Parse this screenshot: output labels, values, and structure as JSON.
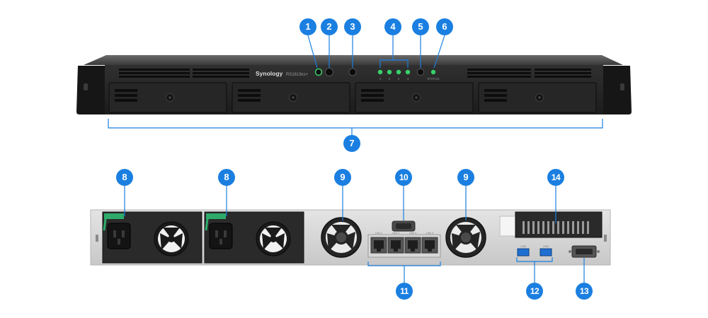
{
  "device": {
    "brand_logo": "Synology",
    "model": "RS1619xs+",
    "front_labels": {
      "status": "STATUS",
      "drive_numbers": [
        "1",
        "2",
        "3",
        "4"
      ]
    },
    "rear_labels": {
      "lan_ports": [
        "LAN 1",
        "LAN 2",
        "LAN 3",
        "LAN 4"
      ],
      "usb": [
        "USB",
        "USB"
      ]
    }
  },
  "callouts": [
    {
      "id": "c1",
      "label": "1"
    },
    {
      "id": "c2",
      "label": "2"
    },
    {
      "id": "c3",
      "label": "3"
    },
    {
      "id": "c4",
      "label": "4"
    },
    {
      "id": "c5",
      "label": "5"
    },
    {
      "id": "c6",
      "label": "6"
    },
    {
      "id": "c7",
      "label": "7"
    },
    {
      "id": "c8a",
      "label": "8"
    },
    {
      "id": "c8b",
      "label": "8"
    },
    {
      "id": "c9a",
      "label": "9"
    },
    {
      "id": "c10",
      "label": "10"
    },
    {
      "id": "c9b",
      "label": "9"
    },
    {
      "id": "c14",
      "label": "14"
    },
    {
      "id": "c11",
      "label": "11"
    },
    {
      "id": "c12",
      "label": "12"
    },
    {
      "id": "c13",
      "label": "13"
    }
  ],
  "colors": {
    "callout": "#1a7fe0",
    "chassis": "#2b2b2b",
    "led": "#38d16a"
  }
}
